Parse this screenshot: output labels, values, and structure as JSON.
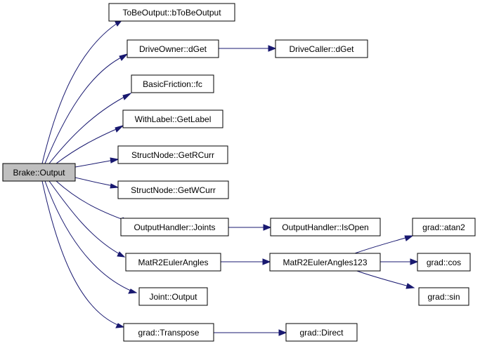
{
  "diagram": {
    "type": "call-graph",
    "nodes": {
      "root": "Brake::Output",
      "n1": "ToBeOutput::bToBeOutput",
      "n2": "DriveOwner::dGet",
      "n3": "DriveCaller::dGet",
      "n4": "BasicFriction::fc",
      "n5": "WithLabel::GetLabel",
      "n6": "StructNode::GetRCurr",
      "n7": "StructNode::GetWCurr",
      "n8": "OutputHandler::Joints",
      "n9": "OutputHandler::IsOpen",
      "n10": "MatR2EulerAngles",
      "n11": "MatR2EulerAngles123",
      "n12": "grad::atan2",
      "n13": "grad::cos",
      "n14": "grad::sin",
      "n15": "Joint::Output",
      "n16": "grad::Transpose",
      "n17": "grad::Direct"
    },
    "edges": [
      [
        "root",
        "n1"
      ],
      [
        "root",
        "n2"
      ],
      [
        "root",
        "n4"
      ],
      [
        "root",
        "n5"
      ],
      [
        "root",
        "n6"
      ],
      [
        "root",
        "n7"
      ],
      [
        "root",
        "n8"
      ],
      [
        "root",
        "n10"
      ],
      [
        "root",
        "n15"
      ],
      [
        "root",
        "n16"
      ],
      [
        "n2",
        "n3"
      ],
      [
        "n8",
        "n9"
      ],
      [
        "n10",
        "n11"
      ],
      [
        "n11",
        "n12"
      ],
      [
        "n11",
        "n13"
      ],
      [
        "n11",
        "n14"
      ],
      [
        "n16",
        "n17"
      ]
    ],
    "colors": {
      "edge": "#191970",
      "root_fill": "#bfbfbf",
      "node_fill": "#ffffff",
      "border": "#000000"
    }
  }
}
